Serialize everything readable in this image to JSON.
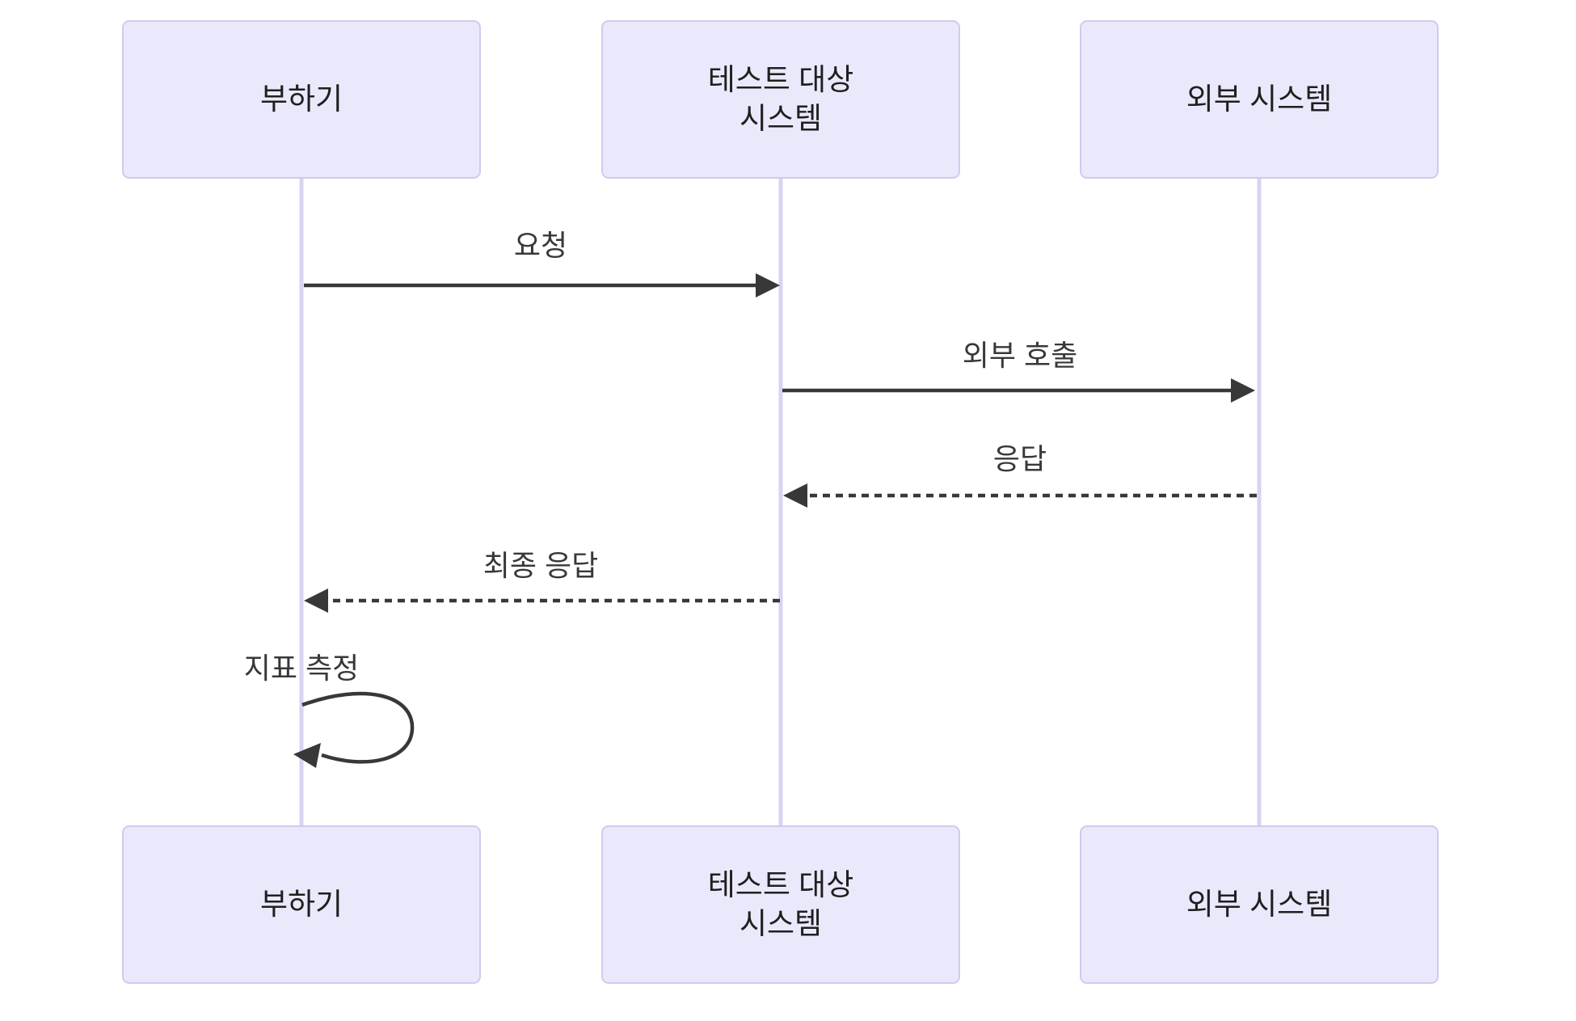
{
  "diagram": {
    "type": "sequence-diagram",
    "actors": [
      {
        "id": "load-generator",
        "label": "부하기",
        "label_lines": [
          "부하기"
        ]
      },
      {
        "id": "system-under-test",
        "label": "테스트 대상 시스템",
        "label_lines": [
          "테스트 대상",
          "시스템"
        ]
      },
      {
        "id": "external-system",
        "label": "외부 시스템",
        "label_lines": [
          "외부 시스템"
        ]
      }
    ],
    "messages": [
      {
        "from": "부하기",
        "to": "테스트 대상 시스템",
        "label": "요청",
        "line_style": "solid"
      },
      {
        "from": "테스트 대상 시스템",
        "to": "외부 시스템",
        "label": "외부 호출",
        "line_style": "solid"
      },
      {
        "from": "외부 시스템",
        "to": "테스트 대상 시스템",
        "label": "응답",
        "line_style": "dashed"
      },
      {
        "from": "테스트 대상 시스템",
        "to": "부하기",
        "label": "최종 응답",
        "line_style": "dashed"
      },
      {
        "from": "부하기",
        "to": "부하기",
        "label": "지표 측정",
        "line_style": "self-loop"
      }
    ],
    "colors": {
      "actor_fill": "#EAE9FC",
      "actor_border": "#D2C9EE",
      "lifeline": "#D9D2F1",
      "message": "#383838",
      "actor_text": "#1f1f1f",
      "background": "#ffffff"
    }
  }
}
